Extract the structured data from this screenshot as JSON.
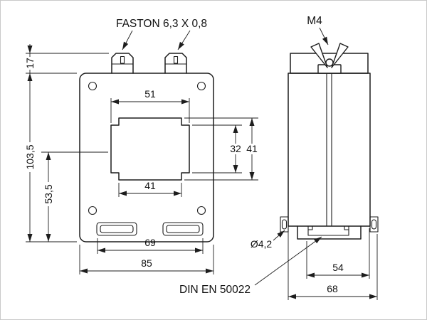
{
  "labels": {
    "faston": "FASTON 6,3 X 0,8",
    "m4": "M4",
    "hole_diameter": "Ø4,2",
    "din_rail": "DIN EN 50022"
  },
  "front_view": {
    "terminal_height": "17",
    "overall_height": "103,5",
    "center_to_bottom": "53,5",
    "window_width": "51",
    "window_height_inner": "32",
    "window_height": "41",
    "window_width_bottom": "41",
    "foot_spacing": "69",
    "overall_width": "85"
  },
  "side_view": {
    "clip_width": "54",
    "overall_depth": "68"
  },
  "colors": {
    "line": "#1d1d1d",
    "background": "#ffffff",
    "border": "#c9c9c9"
  }
}
